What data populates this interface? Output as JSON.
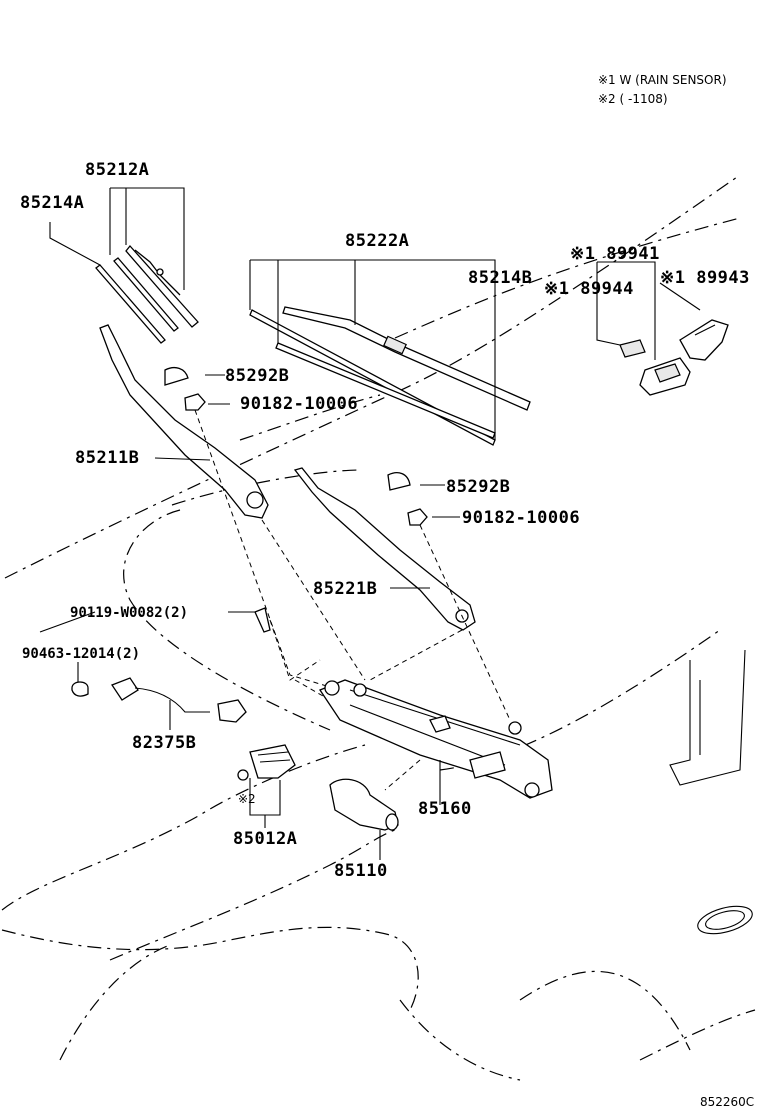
{
  "notes": {
    "note1": "※1 W (RAIN SENSOR)",
    "note2": "※2 (       -1108)"
  },
  "labels": {
    "p85212A": "85212A",
    "p85214A": "85214A",
    "p85222A": "85222A",
    "p85214B": "85214B",
    "p89941": "※1 89941",
    "p89944": "※1 89944",
    "p89943": "※1 89943",
    "p85292B_top": "85292B",
    "p90182_top": "90182-10006",
    "p85211B": "85211B",
    "p85292B_mid": "85292B",
    "p90182_mid": "90182-10006",
    "p85221B": "85221B",
    "p90119": "90119-W0082(2)",
    "p90463": "90463-12014(2)",
    "p82375B": "82375B",
    "p85160": "85160",
    "note2_mark": "※2",
    "p85012A": "85012A",
    "p85110": "85110"
  },
  "figure_ref": "852260C"
}
